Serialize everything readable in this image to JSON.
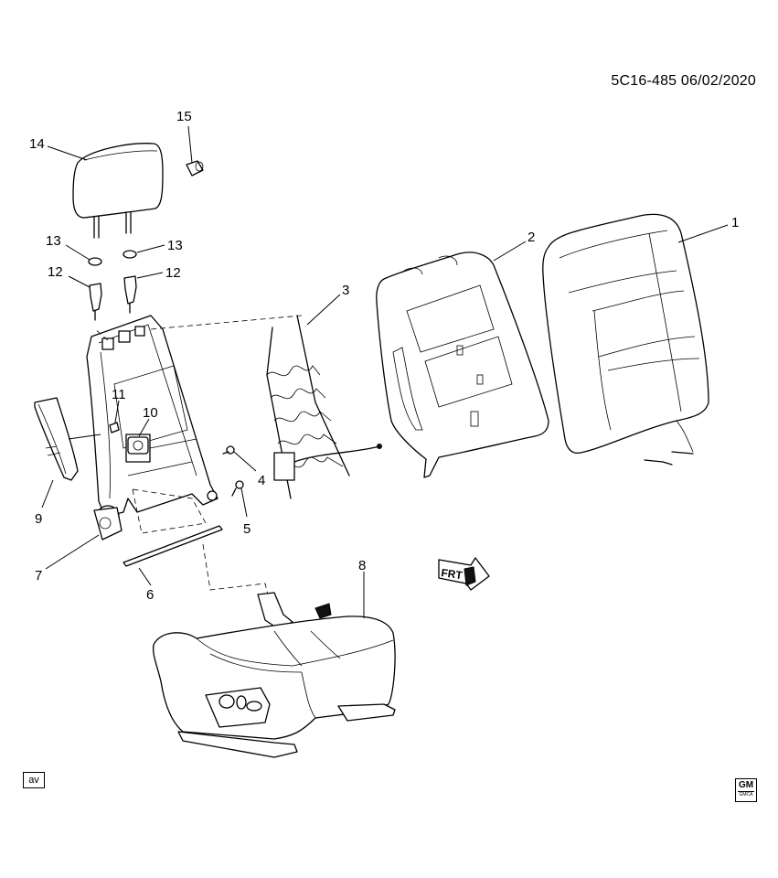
{
  "document_id": "5C16-485  06/02/2020",
  "corner_tag": "av",
  "logo": {
    "main": "GM",
    "sub": "GMCA"
  },
  "frt_arrow_label": "FRT",
  "callouts": [
    {
      "id": "callout-1",
      "label": "1"
    },
    {
      "id": "callout-2",
      "label": "2"
    },
    {
      "id": "callout-3",
      "label": "3"
    },
    {
      "id": "callout-4",
      "label": "4"
    },
    {
      "id": "callout-5",
      "label": "5"
    },
    {
      "id": "callout-6",
      "label": "6"
    },
    {
      "id": "callout-7",
      "label": "7"
    },
    {
      "id": "callout-8",
      "label": "8"
    },
    {
      "id": "callout-9",
      "label": "9"
    },
    {
      "id": "callout-10",
      "label": "10"
    },
    {
      "id": "callout-11",
      "label": "11"
    },
    {
      "id": "callout-12a",
      "label": "12"
    },
    {
      "id": "callout-12b",
      "label": "12"
    },
    {
      "id": "callout-13a",
      "label": "13"
    },
    {
      "id": "callout-13b",
      "label": "13"
    },
    {
      "id": "callout-14",
      "label": "14"
    },
    {
      "id": "callout-15",
      "label": "15"
    }
  ]
}
